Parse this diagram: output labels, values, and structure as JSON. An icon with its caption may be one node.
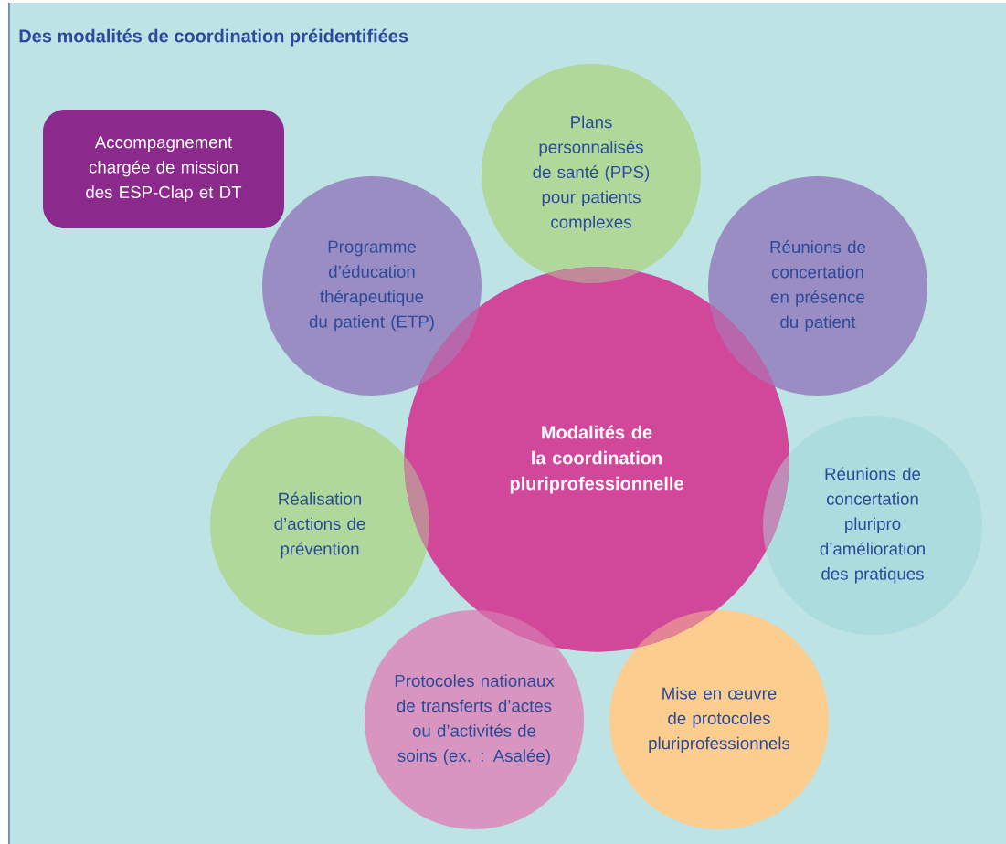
{
  "diagram": {
    "title": "Des modalités de coordination préidentifiées",
    "nodes": [
      {
        "text": [
          "Accompagnement chargée de mission des ESP-Clap et DT"
        ]
      },
      {
        "text": [
          "Plans personnalisés de santé (PPS) pour patients complexes"
        ]
      },
      {
        "text": [
          "Programme d’éducation thérapeutique du patient (ETP)"
        ]
      },
      {
        "text": [
          "Réunions de concertation en présence du patient"
        ]
      },
      {
        "text": [
          "Modalités de la coordination pluriprofessionnelle"
        ]
      },
      {
        "text": [
          "Réalisation d’actions de prévention"
        ]
      },
      {
        "text": [
          "Réunions de concertation pluripro d’amélioration des pratiques"
        ]
      },
      {
        "text": [
          "Protocoles nationaux de transferts d’actes ou d’activités de soins (ex. : Asalée)"
        ]
      },
      {
        "text": [
          "Mise en œuvre de protocoles pluriprofessionnels"
        ]
      }
    ]
  }
}
